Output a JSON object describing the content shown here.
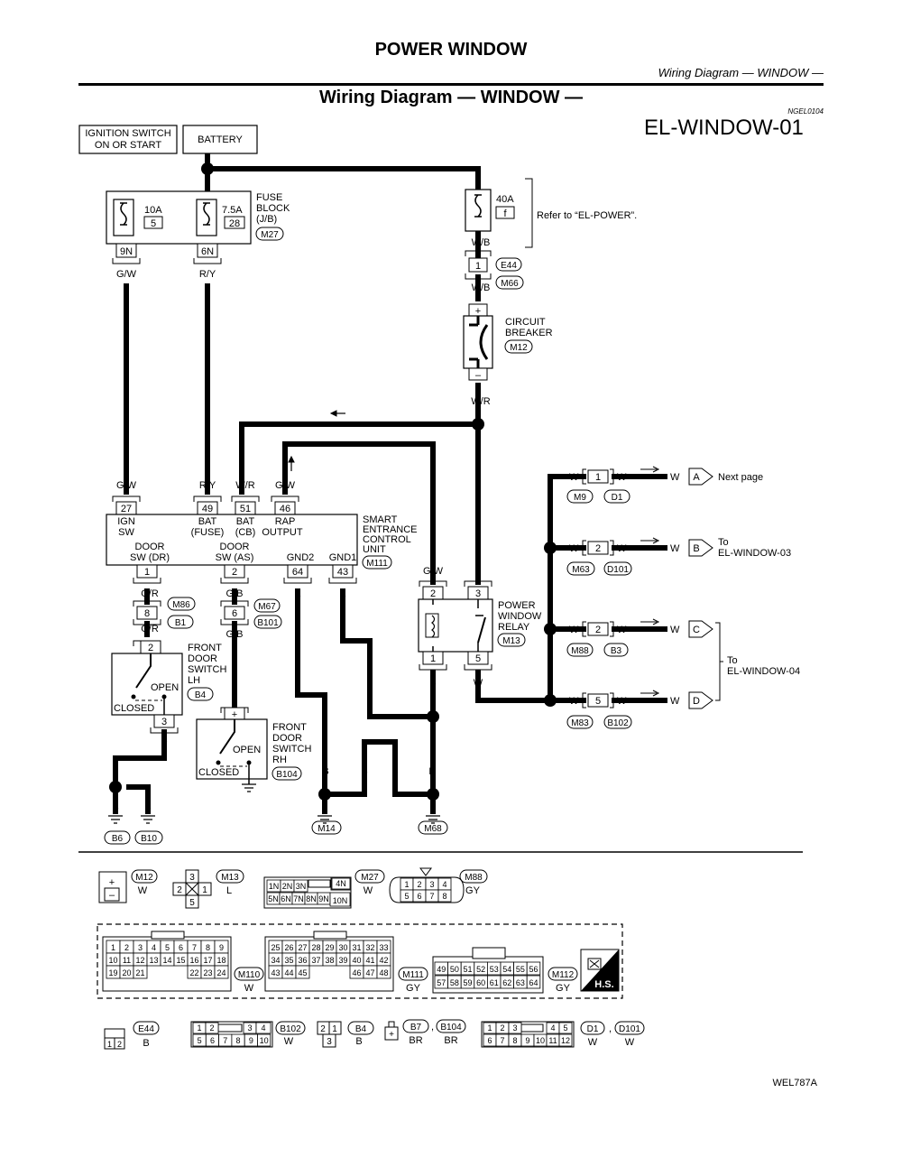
{
  "header": {
    "section_title": "POWER WINDOW",
    "running_head": "Wiring Diagram — WINDOW —",
    "page_heading": "Wiring Diagram — WINDOW —",
    "doc_code": "NGEL0104",
    "diagram_id": "EL-WINDOW-01"
  },
  "sources": {
    "ignition": [
      "IGNITION SWITCH",
      "ON OR START"
    ],
    "battery": "BATTERY"
  },
  "fuse_block": {
    "label": [
      "FUSE",
      "BLOCK",
      "(J/B)"
    ],
    "connector": "M27",
    "fuse_10a": {
      "rating": "10A",
      "number": "5",
      "terminal": "9N",
      "wire": "G/W"
    },
    "fuse_75a": {
      "rating": "7.5A",
      "number": "28",
      "terminal": "6N",
      "wire": "R/Y"
    }
  },
  "fusible_link": {
    "rating": "40A",
    "number": "f",
    "wire": "W/B",
    "note": "Refer to “EL-POWER”."
  },
  "joint_e44": {
    "pin": "1",
    "conn_a": "E44",
    "conn_b": "M66",
    "wire": "W/B"
  },
  "circuit_breaker": {
    "label": [
      "CIRCUIT",
      "BREAKER"
    ],
    "connector": "M12",
    "plus": "+",
    "minus": "–",
    "wire_out": "W/R"
  },
  "secu": {
    "label": [
      "SMART",
      "ENTRANCE",
      "CONTROL",
      "UNIT"
    ],
    "connector": "M111",
    "top_pins": [
      {
        "pin": "27",
        "wire": "G/W",
        "func": [
          "IGN",
          "SW"
        ]
      },
      {
        "pin": "49",
        "wire": "R/Y",
        "func": [
          "BAT",
          "(FUSE)"
        ]
      },
      {
        "pin": "51",
        "wire": "W/R",
        "func": [
          "BAT",
          "(CB)"
        ]
      },
      {
        "pin": "46",
        "wire": "G/W",
        "func": [
          "RAP",
          "OUTPUT"
        ]
      }
    ],
    "bottom_pins": [
      {
        "pin": "1",
        "func": [
          "DOOR",
          "SW (DR)"
        ]
      },
      {
        "pin": "2",
        "func": [
          "DOOR",
          "SW  (AS)"
        ]
      },
      {
        "pin": "64",
        "func": [
          "GND2"
        ]
      },
      {
        "pin": "43",
        "func": [
          "GND1"
        ]
      }
    ]
  },
  "relay": {
    "label": [
      "POWER",
      "WINDOW",
      "RELAY"
    ],
    "connector": "M13",
    "pins": [
      "2",
      "3",
      "1",
      "5"
    ],
    "wire_in": "G/W",
    "wire_ground": "B",
    "wire_out": "W"
  },
  "outputs": [
    {
      "pin": "1",
      "conn_a": "M9",
      "conn_b": "D1",
      "letter": "A",
      "dest": [
        "Next page"
      ],
      "wire": "W"
    },
    {
      "pin": "2",
      "conn_a": "M63",
      "conn_b": "D101",
      "letter": "B",
      "dest": [
        "To",
        "EL-WINDOW-03"
      ],
      "wire": "W"
    },
    {
      "pin": "2",
      "conn_a": "M88",
      "conn_b": "B3",
      "letter": "C",
      "dest": [],
      "wire": "W"
    },
    {
      "pin": "5",
      "conn_a": "M83",
      "conn_b": "B102",
      "letter": "D",
      "dest": [],
      "wire": "W"
    }
  ],
  "output_cd_note": [
    "To",
    "EL-WINDOW-04"
  ],
  "lh_path": {
    "wire_top": "G/R",
    "joint_pin": "8",
    "conn_a": "M86",
    "conn_b": "B1",
    "wire_mid": "G/R",
    "switch_label": [
      "FRONT",
      "DOOR",
      "SWITCH",
      "LH"
    ],
    "switch_conn": "B4",
    "pin_top": "2",
    "pin_bottom": "3",
    "open": "OPEN",
    "closed": "CLOSED",
    "wire_out": "B"
  },
  "rh_path": {
    "wire_top": "G/B",
    "joint_pin": "6",
    "conn_a": "M67",
    "conn_b": "B101",
    "wire_mid": "G/B",
    "switch_label": [
      "FRONT",
      "DOOR",
      "SWITCH",
      "RH"
    ],
    "switch_conn": "B104",
    "pin_top": "+",
    "open": "OPEN",
    "closed": "CLOSED"
  },
  "grounds": {
    "left_wires": [
      "B",
      "B"
    ],
    "left": [
      "B6",
      "B10"
    ],
    "m14": "M14",
    "m68": "M68",
    "b_label": "B"
  },
  "connectors_row1": [
    {
      "id": "M12",
      "color": "W",
      "pins": [
        "+",
        "–"
      ]
    },
    {
      "id": "M13",
      "color": "L",
      "pins": [
        "3",
        "2",
        "1",
        "5"
      ]
    },
    {
      "id": "M27",
      "color": "W",
      "pins": [
        "1N",
        "2N",
        "3N",
        "4N",
        "5N",
        "6N",
        "7N",
        "8N",
        "9N",
        "10N"
      ]
    },
    {
      "id": "M88",
      "color": "GY",
      "pins": [
        "1",
        "2",
        "3",
        "4",
        "5",
        "6",
        "7",
        "8"
      ]
    }
  ],
  "connectors_row2": [
    {
      "id": "M110",
      "color": "W",
      "pins": [
        "1",
        "2",
        "3",
        "4",
        "5",
        "6",
        "7",
        "8",
        "9",
        "10",
        "11",
        "12",
        "13",
        "14",
        "15",
        "16",
        "17",
        "18",
        "19",
        "20",
        "21",
        "22",
        "23",
        "24"
      ]
    },
    {
      "id": "M111",
      "color": "GY",
      "pins": [
        "25",
        "26",
        "27",
        "28",
        "29",
        "30",
        "31",
        "32",
        "33",
        "34",
        "35",
        "36",
        "37",
        "38",
        "39",
        "40",
        "41",
        "42",
        "43",
        "44",
        "45",
        "46",
        "47",
        "48"
      ]
    },
    {
      "id": "M112",
      "color": "GY",
      "pins": [
        "49",
        "50",
        "51",
        "52",
        "53",
        "54",
        "55",
        "56",
        "57",
        "58",
        "59",
        "60",
        "61",
        "62",
        "63",
        "64"
      ]
    }
  ],
  "hs_badge": "H.S.",
  "connectors_row3": [
    {
      "id": "E44",
      "color": "B",
      "pins": [
        "1",
        "2"
      ]
    },
    {
      "id": "B102",
      "color": "W",
      "pins": [
        "1",
        "2",
        "3",
        "4",
        "5",
        "6",
        "7",
        "8",
        "9",
        "10"
      ]
    },
    {
      "id": "B4",
      "color": "B",
      "pins": [
        "2",
        "1",
        "3"
      ]
    },
    {
      "id": "B7",
      "id2": "B104",
      "color": "BR",
      "color2": "BR",
      "pins": [
        "+"
      ]
    },
    {
      "id": "D1",
      "id2": "D101",
      "color": "W",
      "color2": "W",
      "pins": [
        "1",
        "2",
        "3",
        "4",
        "5",
        "6",
        "7",
        "8",
        "9",
        "10",
        "11",
        "12"
      ]
    }
  ],
  "figure_code": "WEL787A"
}
